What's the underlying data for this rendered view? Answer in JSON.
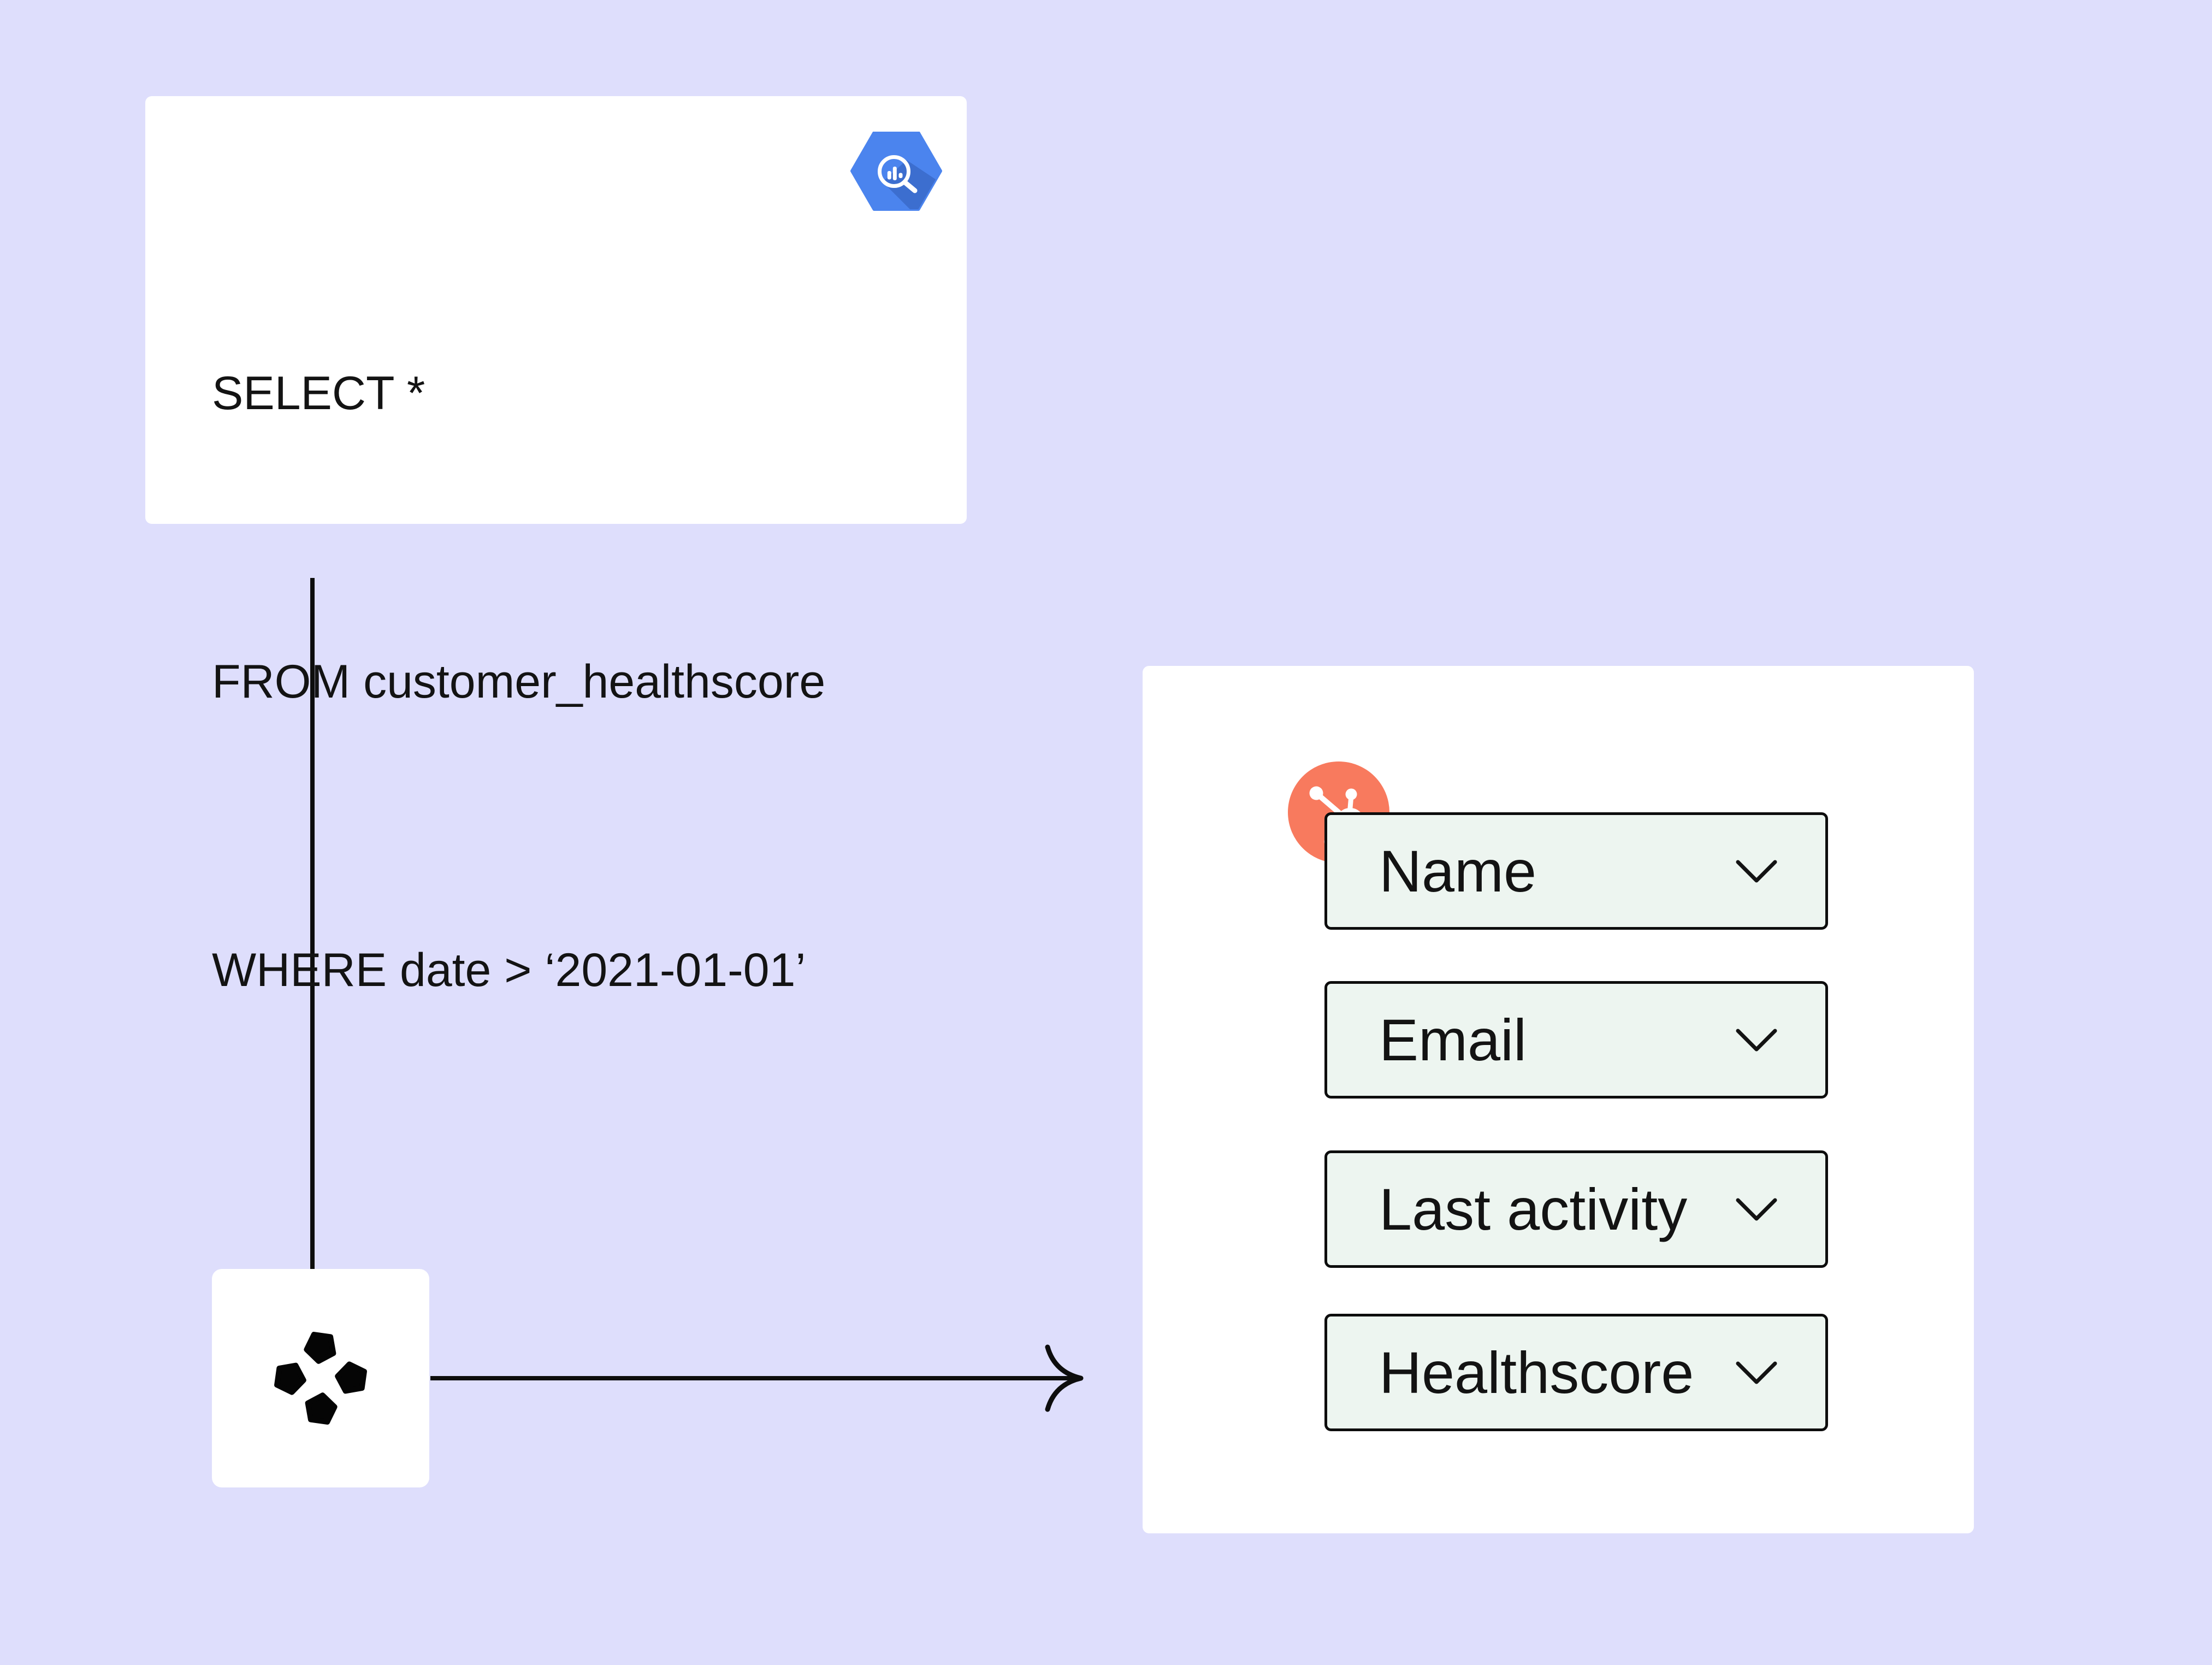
{
  "background_color": "#dedefc",
  "colors": {
    "card_background": "#ffffff",
    "connector_line": "#0d0d0d",
    "text": "#131313",
    "bigquery_blue": "#4b84ee",
    "hubspot_orange": "#f87a5e",
    "dropdown_fill": "#edf5f0",
    "dropdown_border": "#0d0d0d"
  },
  "sql_card": {
    "lines": [
      "SELECT *",
      "FROM customer_healthscore",
      "WHERE date > ‘2021-01-01’"
    ],
    "icon": "bigquery-icon"
  },
  "census_node": {
    "icon": "census-icon"
  },
  "hubspot_card": {
    "icon": "hubspot-icon",
    "fields": [
      {
        "label": "Name"
      },
      {
        "label": "Email"
      },
      {
        "label": "Last activity"
      },
      {
        "label": "Healthscore"
      }
    ]
  }
}
